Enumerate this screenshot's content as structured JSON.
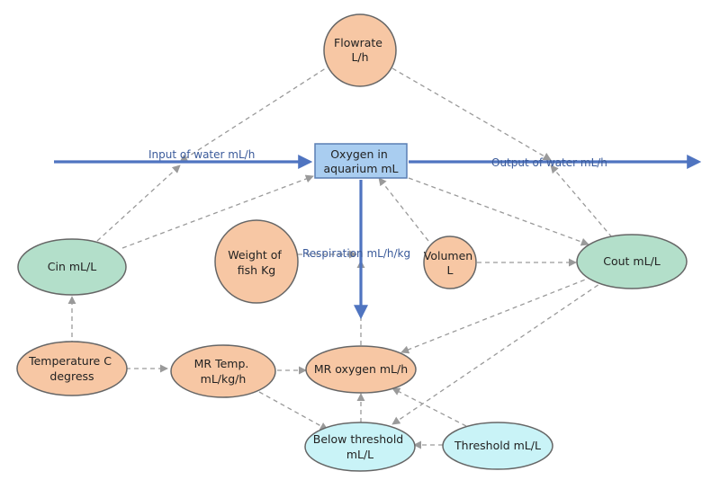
{
  "colors": {
    "stock_fill": "#a9cdf0",
    "stock_stroke": "#5a7fb4",
    "aux_orange": "#f7c7a4",
    "aux_green": "#b3dfca",
    "aux_cyan": "#c9f3f7",
    "node_stroke": "#666666",
    "flow": "#4f74c0",
    "link": "#9a9a9a"
  },
  "stock": {
    "lines": [
      "Oxygen in",
      "aquarium mL"
    ]
  },
  "nodes": {
    "flowrate": {
      "lines": [
        "Flowrate",
        "L/h"
      ]
    },
    "cin": {
      "lines": [
        "Cin mL/L"
      ]
    },
    "weight": {
      "lines": [
        "Weight of",
        "fish Kg"
      ]
    },
    "volumen": {
      "lines": [
        "Volumen",
        "L"
      ]
    },
    "cout": {
      "lines": [
        "Cout mL/L"
      ]
    },
    "temperature": {
      "lines": [
        "Temperature C",
        "degress"
      ]
    },
    "mr_temp": {
      "lines": [
        "MR Temp.",
        "mL/kg/h"
      ]
    },
    "mr_oxygen": {
      "lines": [
        "MR oxygen mL/h"
      ]
    },
    "below": {
      "lines": [
        "Below threshold",
        "mL/L"
      ]
    },
    "threshold": {
      "lines": [
        "Threshold mL/L"
      ]
    }
  },
  "flows": {
    "input": "Input of water mL/h",
    "output": "Output of water mL/h",
    "respiration": "Respiration mL/h/kg"
  }
}
